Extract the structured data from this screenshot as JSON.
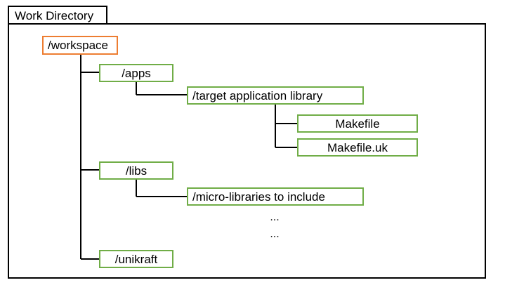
{
  "diagram": {
    "title": "Work Directory",
    "nodes": {
      "workspace": "/workspace",
      "apps": "/apps",
      "target_app": "/target application library",
      "makefile": "Makefile",
      "makefile_uk": "Makefile.uk",
      "libs": "/libs",
      "micro_libs": "/micro-libraries to include",
      "unikraft": "/unikraft"
    },
    "ellipsis": [
      "...",
      "..."
    ],
    "colors": {
      "root_border": "#ed7d31",
      "node_border": "#70ad47",
      "line": "#000000"
    }
  }
}
